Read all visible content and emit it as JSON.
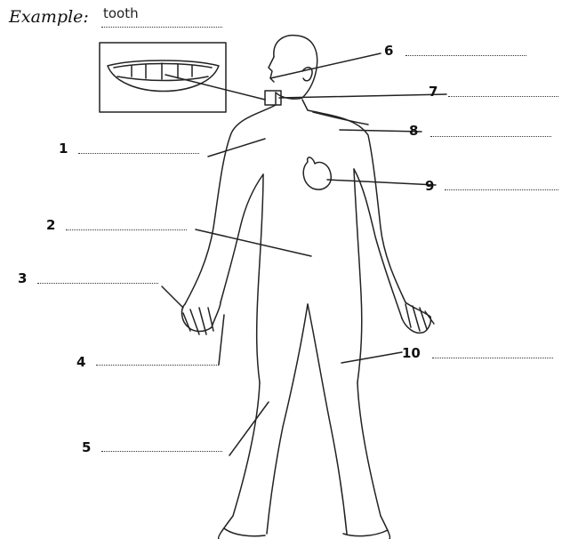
{
  "example": {
    "label": "Example:",
    "answer": "tooth"
  },
  "labels": {
    "n1": "1",
    "n2": "2",
    "n3": "3",
    "n4": "4",
    "n5": "5",
    "n6": "6",
    "n7": "7",
    "n8": "8",
    "n9": "9",
    "n10": "10"
  }
}
